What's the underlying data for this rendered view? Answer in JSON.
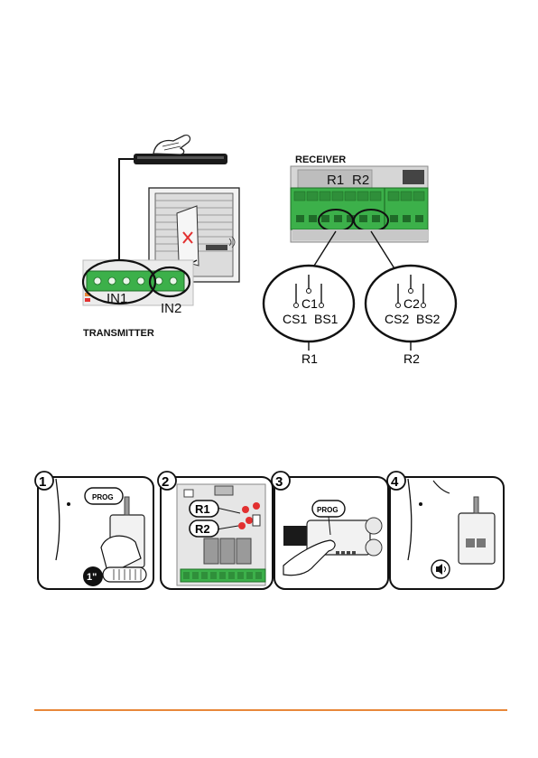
{
  "wiring_diagram": {
    "transmitter_label": "TRANSMITTER",
    "receiver_label": "RECEIVER",
    "in1": "IN1",
    "in2": "IN2",
    "relay_r1": "R1",
    "relay_r2": "R2",
    "group_r1": {
      "cs": "CS1",
      "c": "C1",
      "bs": "BS1",
      "name": "R1"
    },
    "group_r2": {
      "cs": "CS2",
      "c": "C2",
      "bs": "BS2",
      "name": "R2"
    }
  },
  "steps": {
    "step1": {
      "number": "1",
      "prog": "PROG",
      "duration": "1\""
    },
    "step2": {
      "number": "2",
      "r1": "R1",
      "r2": "R2"
    },
    "step3": {
      "number": "3",
      "prog": "PROG"
    },
    "step4": {
      "number": "4"
    }
  },
  "colors": {
    "accent": "#e8883a",
    "terminal_green": "#3cb04a",
    "dark": "#1a1a1a",
    "red_marker": "#e23030"
  }
}
